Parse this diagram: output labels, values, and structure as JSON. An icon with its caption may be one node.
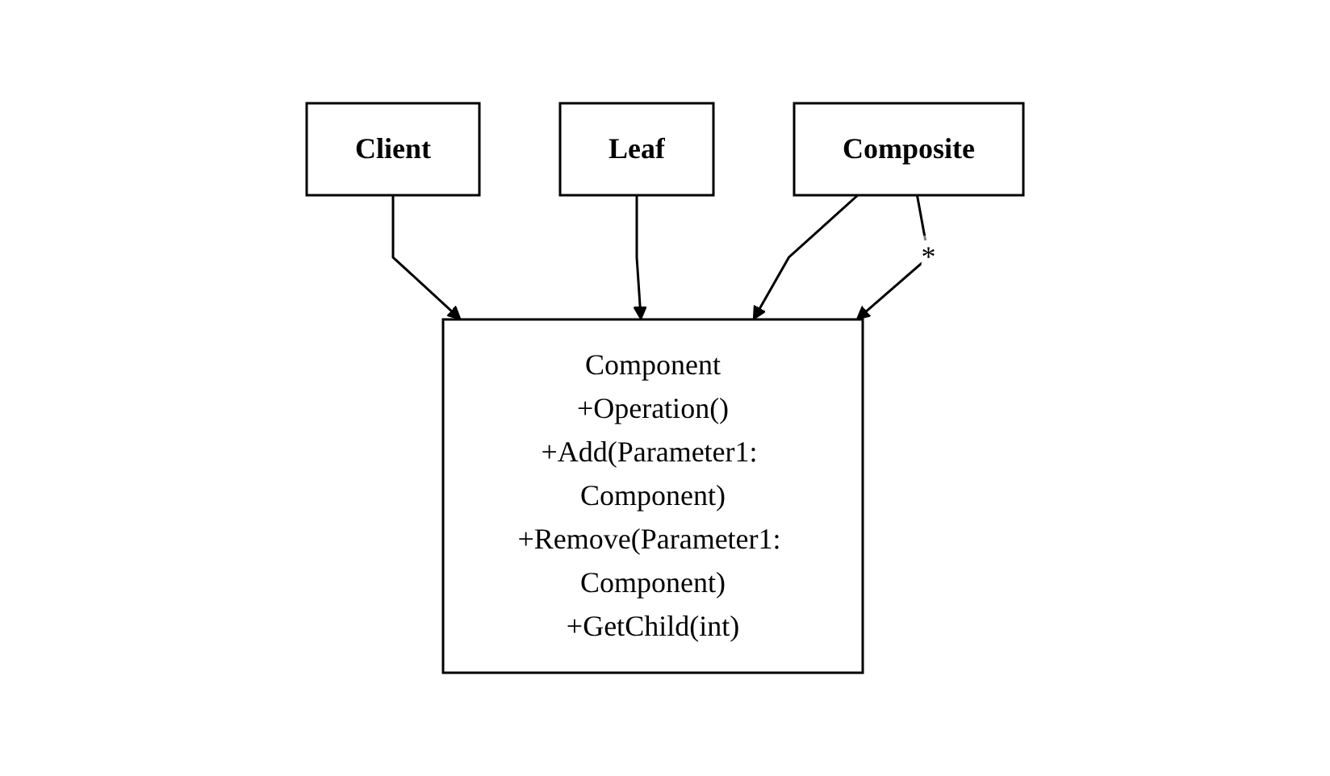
{
  "diagram": {
    "nodes": [
      {
        "text": [
          "Client"
        ]
      },
      {
        "text": [
          "Component",
          "+Operation()",
          "+Add(Parameter1: Component)",
          "+Remove(Parameter1: Component)",
          "+GetChild(int)"
        ]
      },
      {
        "text": [
          "Leaf"
        ]
      },
      {
        "text": [
          "Composite"
        ]
      }
    ],
    "edges": [
      {
        "from": 0,
        "to": 1,
        "arrow": "to"
      },
      {
        "from": 2,
        "to": 1,
        "arrow": "to"
      },
      {
        "from": 3,
        "to": 1,
        "arrow": "to"
      },
      {
        "from": 3,
        "to": 1,
        "arrow": "to",
        "label": "*"
      }
    ]
  }
}
